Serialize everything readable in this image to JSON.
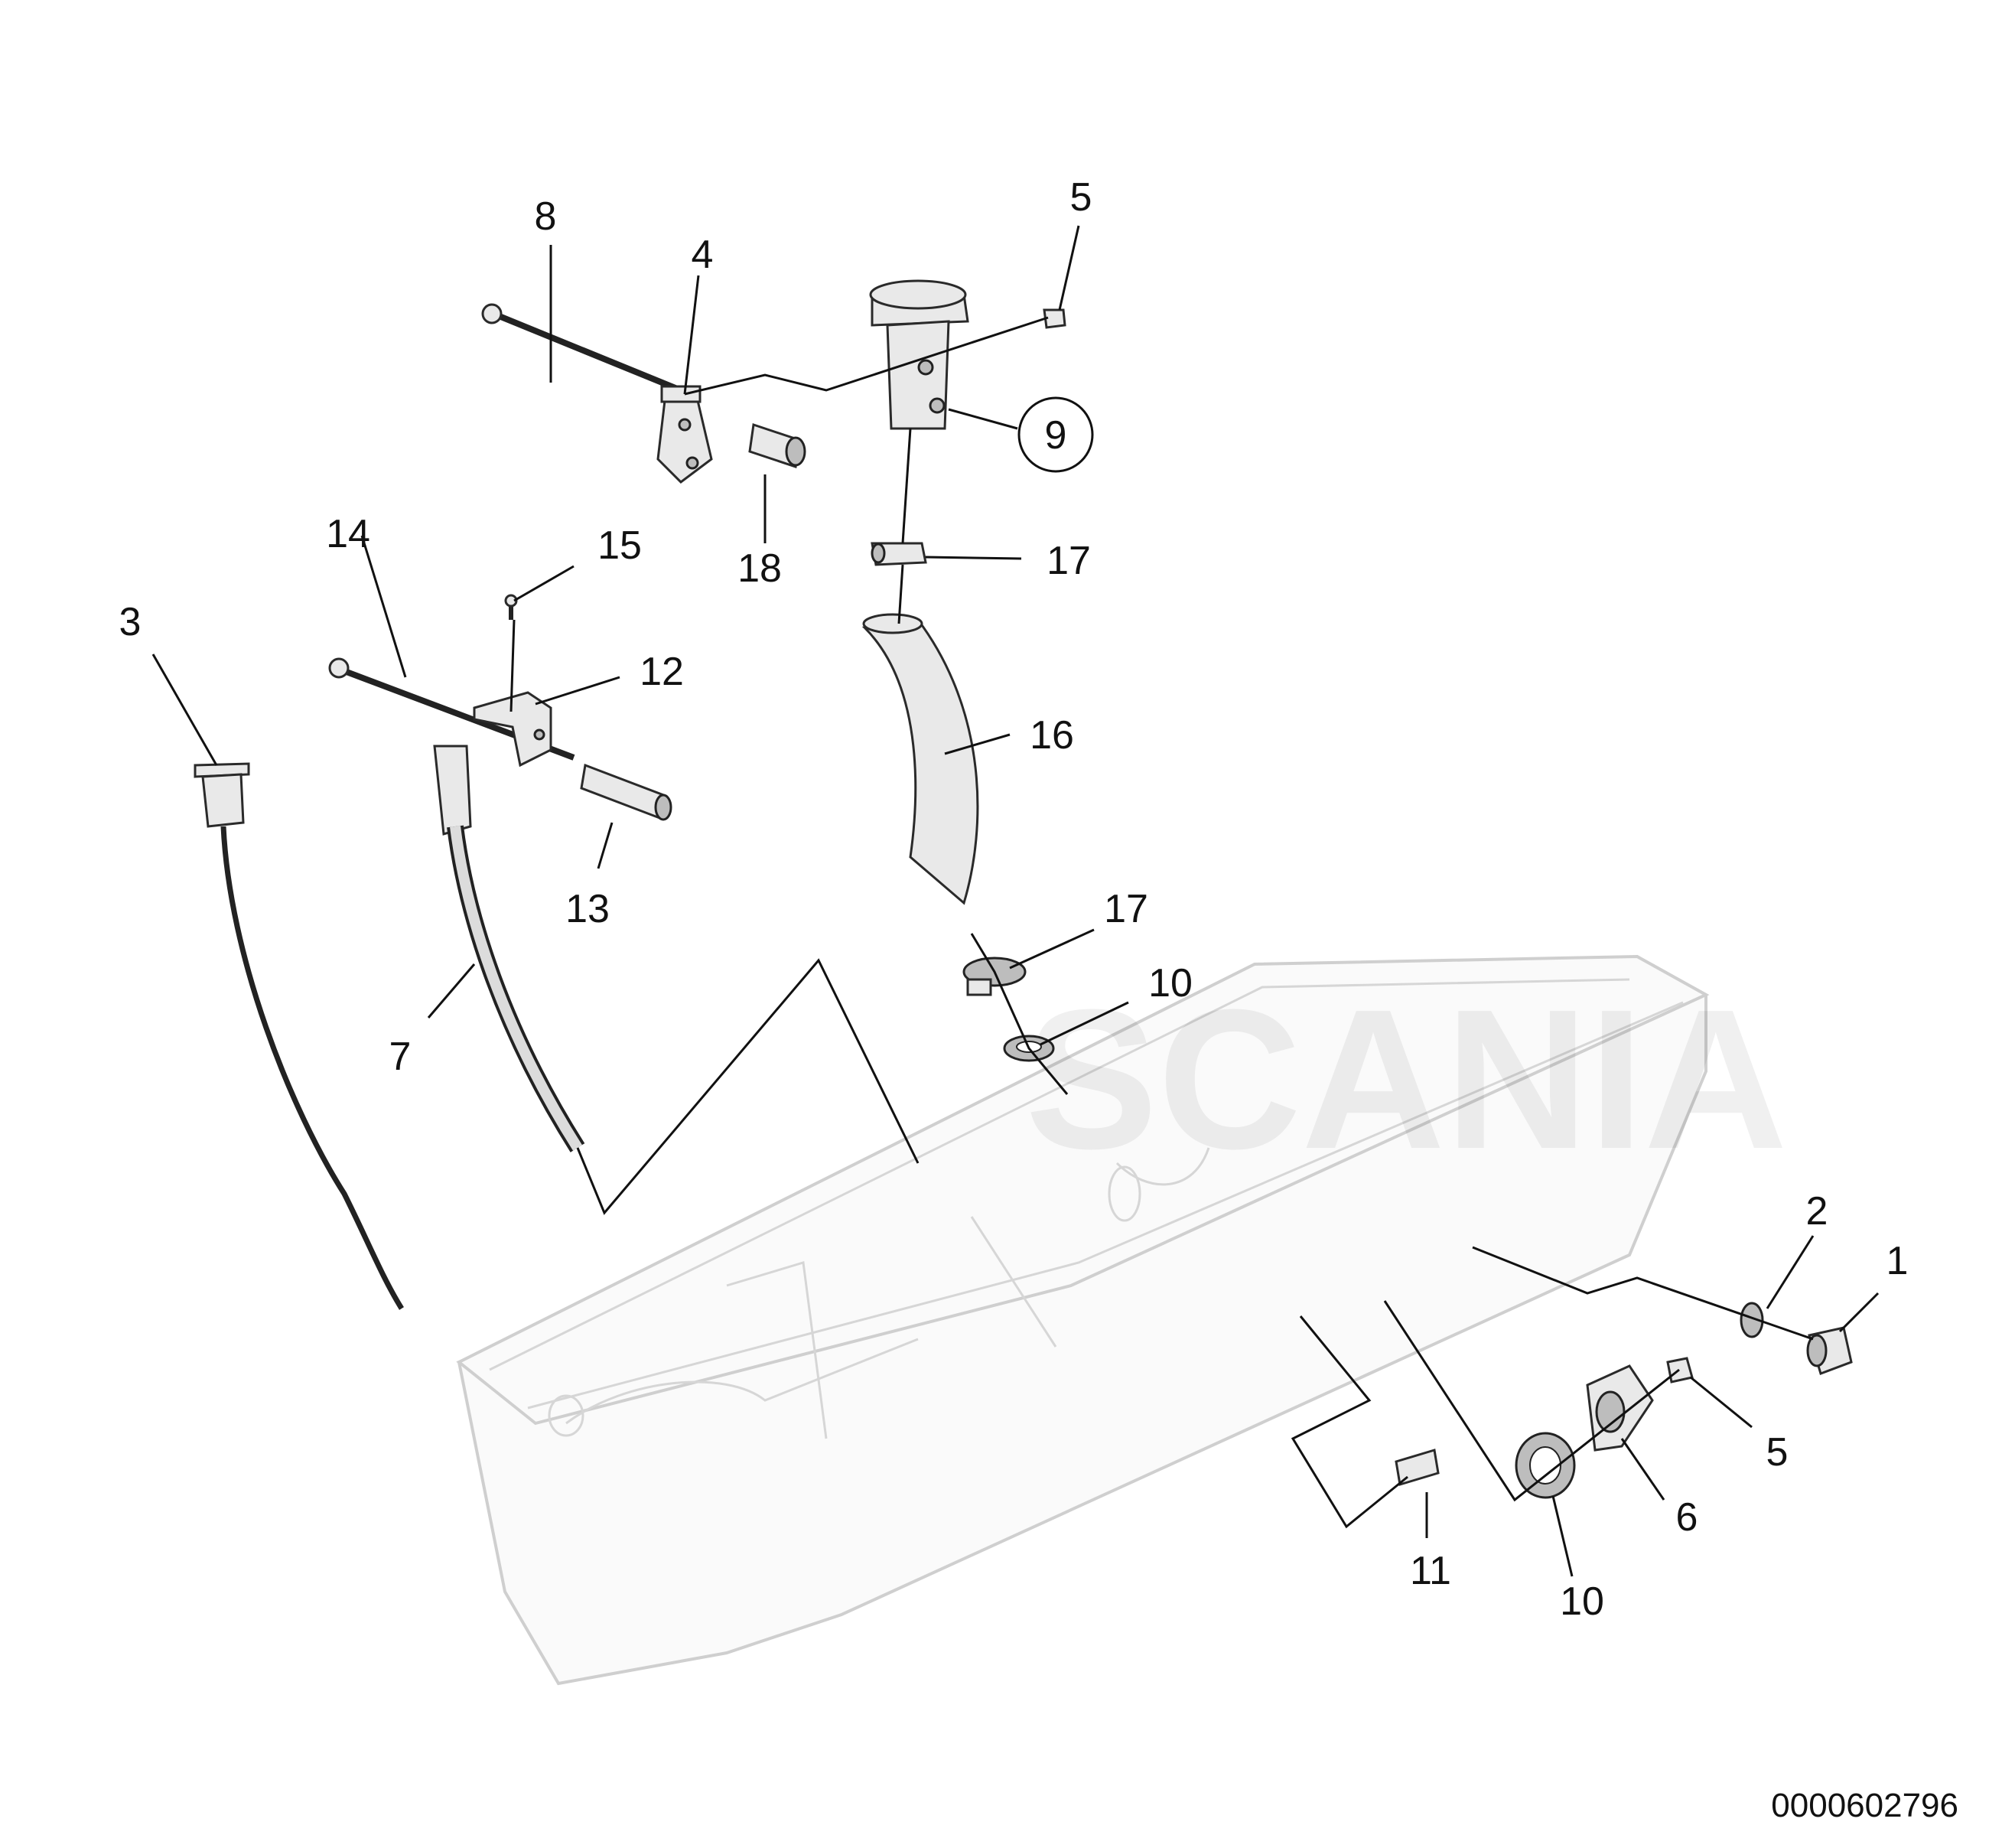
{
  "watermark": "SCANIA",
  "document_id": "0000602796",
  "callouts": [
    {
      "id": "c1",
      "text": "1"
    },
    {
      "id": "c2",
      "text": "2"
    },
    {
      "id": "c3",
      "text": "3"
    },
    {
      "id": "c4",
      "text": "4"
    },
    {
      "id": "c5a",
      "text": "5"
    },
    {
      "id": "c5b",
      "text": "5"
    },
    {
      "id": "c6",
      "text": "6"
    },
    {
      "id": "c7",
      "text": "7"
    },
    {
      "id": "c8",
      "text": "8"
    },
    {
      "id": "c9",
      "text": "9"
    },
    {
      "id": "c10a",
      "text": "10"
    },
    {
      "id": "c10b",
      "text": "10"
    },
    {
      "id": "c11",
      "text": "11"
    },
    {
      "id": "c12",
      "text": "12"
    },
    {
      "id": "c13",
      "text": "13"
    },
    {
      "id": "c14",
      "text": "14"
    },
    {
      "id": "c15",
      "text": "15"
    },
    {
      "id": "c16",
      "text": "16"
    },
    {
      "id": "c17a",
      "text": "17"
    },
    {
      "id": "c17b",
      "text": "17"
    },
    {
      "id": "c18",
      "text": "18"
    }
  ]
}
